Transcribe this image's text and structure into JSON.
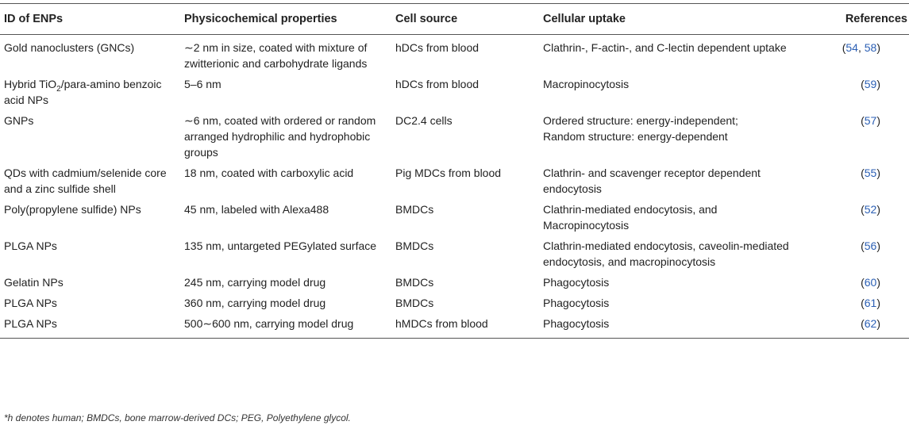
{
  "headers": {
    "id": "ID of ENPs",
    "properties": "Physicochemical properties",
    "cell_source": "Cell source",
    "uptake": "Cellular uptake",
    "references": "References"
  },
  "rows": [
    {
      "id": "Gold nanoclusters (GNCs)",
      "properties": "∼2 nm in size, coated with mixture of zwitterionic and carbohydrate ligands",
      "cell_source": "hDCs from blood",
      "uptake": "Clathrin-, F-actin-, and C-lectin dependent uptake",
      "ref_open": "(",
      "ref_links": [
        "54",
        "58"
      ],
      "ref_close": ")"
    },
    {
      "id_pre": "Hybrid TiO",
      "id_sub": "2",
      "id_post": "/para-amino benzoic acid NPs",
      "properties": "5–6 nm",
      "cell_source": "hDCs from blood",
      "uptake": "Macropinocytosis",
      "ref_open": "(",
      "ref_links": [
        "59"
      ],
      "ref_close": ")"
    },
    {
      "id": "GNPs",
      "properties": "∼6 nm, coated with ordered or random arranged hydrophilic and hydrophobic groups",
      "cell_source": "DC2.4 cells",
      "uptake_lines": [
        "Ordered structure: energy-independent;",
        "Random structure: energy-dependent"
      ],
      "ref_open": "(",
      "ref_links": [
        "57"
      ],
      "ref_close": ")"
    },
    {
      "id": "QDs with cadmium/selenide core and a zinc sulfide shell",
      "properties": "18 nm, coated with carboxylic acid",
      "cell_source": "Pig MDCs from blood",
      "uptake": "Clathrin- and scavenger receptor dependent endocytosis",
      "ref_open": "(",
      "ref_links": [
        "55"
      ],
      "ref_close": ")"
    },
    {
      "id": "Poly(propylene sulfide) NPs",
      "properties": "45 nm, labeled with Alexa488",
      "cell_source": "BMDCs",
      "uptake": "Clathrin-mediated endocytosis, and Macropinocytosis",
      "ref_open": "(",
      "ref_links": [
        "52"
      ],
      "ref_close": ")"
    },
    {
      "id": "PLGA NPs",
      "properties": "135 nm, untargeted PEGylated surface",
      "cell_source": "BMDCs",
      "uptake": "Clathrin-mediated endocytosis, caveolin-mediated endocytosis, and macropinocytosis",
      "ref_open": "(",
      "ref_links": [
        "56"
      ],
      "ref_close": ")"
    },
    {
      "id": "Gelatin NPs",
      "properties": "245 nm, carrying model drug",
      "cell_source": "BMDCs",
      "uptake": "Phagocytosis",
      "ref_open": "(",
      "ref_links": [
        "60"
      ],
      "ref_close": ")"
    },
    {
      "id": "PLGA NPs",
      "properties": "360 nm, carrying model drug",
      "cell_source": "BMDCs",
      "uptake": "Phagocytosis",
      "ref_open": "(",
      "ref_links": [
        "61"
      ],
      "ref_close": ")"
    },
    {
      "id": "PLGA NPs",
      "properties": "500∼600 nm, carrying model drug",
      "cell_source": "hMDCs from blood",
      "uptake": "Phagocytosis",
      "ref_open": "(",
      "ref_links": [
        "62"
      ],
      "ref_close": ")"
    }
  ],
  "footnote": "*h denotes human; BMDCs, bone marrow-derived DCs; PEG, Polyethylene glycol.",
  "colors": {
    "reference_link": "#2b5fb4",
    "rule": "#555555",
    "text": "#222222"
  }
}
